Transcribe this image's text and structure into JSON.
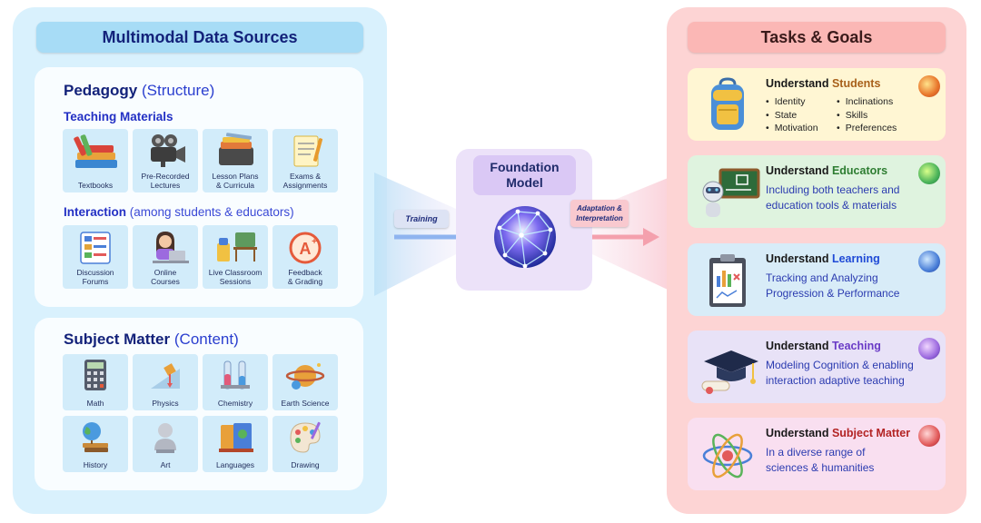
{
  "left_panel": {
    "title": "Multimodal Data Sources",
    "pedagogy": {
      "title": "Pedagogy",
      "subtitle": "(Structure)",
      "teaching_materials": {
        "title": "Teaching Materials",
        "items": [
          {
            "label": "Textbooks",
            "icon": "books-icon"
          },
          {
            "label": "Pre-Recorded\nLectures",
            "icon": "video-camera-icon"
          },
          {
            "label": "Lesson Plans\n& Curricula",
            "icon": "lesson-plan-icon"
          },
          {
            "label": "Exams &\nAssignments",
            "icon": "exam-paper-icon"
          }
        ]
      },
      "interaction": {
        "title": "Interaction",
        "subtitle": "(among students & educators)",
        "items": [
          {
            "label": "Discussion\nForums",
            "icon": "forum-icon"
          },
          {
            "label": "Online\nCourses",
            "icon": "online-course-icon"
          },
          {
            "label": "Live Classroom\nSessions",
            "icon": "classroom-icon"
          },
          {
            "label": "Feedback\n& Grading",
            "icon": "grade-icon"
          }
        ]
      }
    },
    "subject_matter": {
      "title": "Subject Matter",
      "subtitle": "(Content)",
      "items": [
        {
          "label": "Math",
          "icon": "calculator-icon"
        },
        {
          "label": "Physics",
          "icon": "physics-icon"
        },
        {
          "label": "Chemistry",
          "icon": "chemistry-icon"
        },
        {
          "label": "Earth Science",
          "icon": "planet-icon"
        },
        {
          "label": "History",
          "icon": "globe-icon"
        },
        {
          "label": "Art",
          "icon": "bust-icon"
        },
        {
          "label": "Languages",
          "icon": "language-books-icon"
        },
        {
          "label": "Drawing",
          "icon": "palette-icon"
        }
      ]
    }
  },
  "center": {
    "model_label": "Foundation\nModel",
    "training_label": "Training",
    "adaptation_label": "Adaptation &\nInterpretation"
  },
  "right_panel": {
    "title": "Tasks & Goals",
    "tasks": [
      {
        "prefix": "Understand",
        "subject": "Students",
        "subject_color": "#a8601a",
        "bg": "#fff6d3",
        "bullets": [
          "Identity",
          "Inclinations",
          "State",
          "Skills",
          "Motivation",
          "Preferences"
        ]
      },
      {
        "prefix": "Understand",
        "subject": "Educators",
        "subject_color": "#2e7d32",
        "bg": "#dff3df",
        "desc": "Including both teachers and\neducation tools & materials"
      },
      {
        "prefix": "Understand",
        "subject": "Learning",
        "subject_color": "#1f4ad6",
        "bg": "#d8ecf8",
        "desc": "Tracking and Analyzing\nProgression & Performance"
      },
      {
        "prefix": "Understand",
        "subject": "Teaching",
        "subject_color": "#6a3bc6",
        "bg": "#e8e2f7",
        "desc": "Modeling Cognition & enabling\ninteraction adaptive teaching"
      },
      {
        "prefix": "Understand",
        "subject": "Subject Matter",
        "subject_color": "#b32424",
        "bg": "#f9dff0",
        "desc": "In a diverse range of\nsciences & humanities"
      }
    ]
  },
  "colors": {
    "left_panel_bg": "#d9f1fd",
    "right_panel_bg": "#fdd4d4",
    "center_bg": "#ece2f9",
    "training_arrow": "#8fb4ef",
    "adaptation_arrow": "#f4a0ad"
  }
}
